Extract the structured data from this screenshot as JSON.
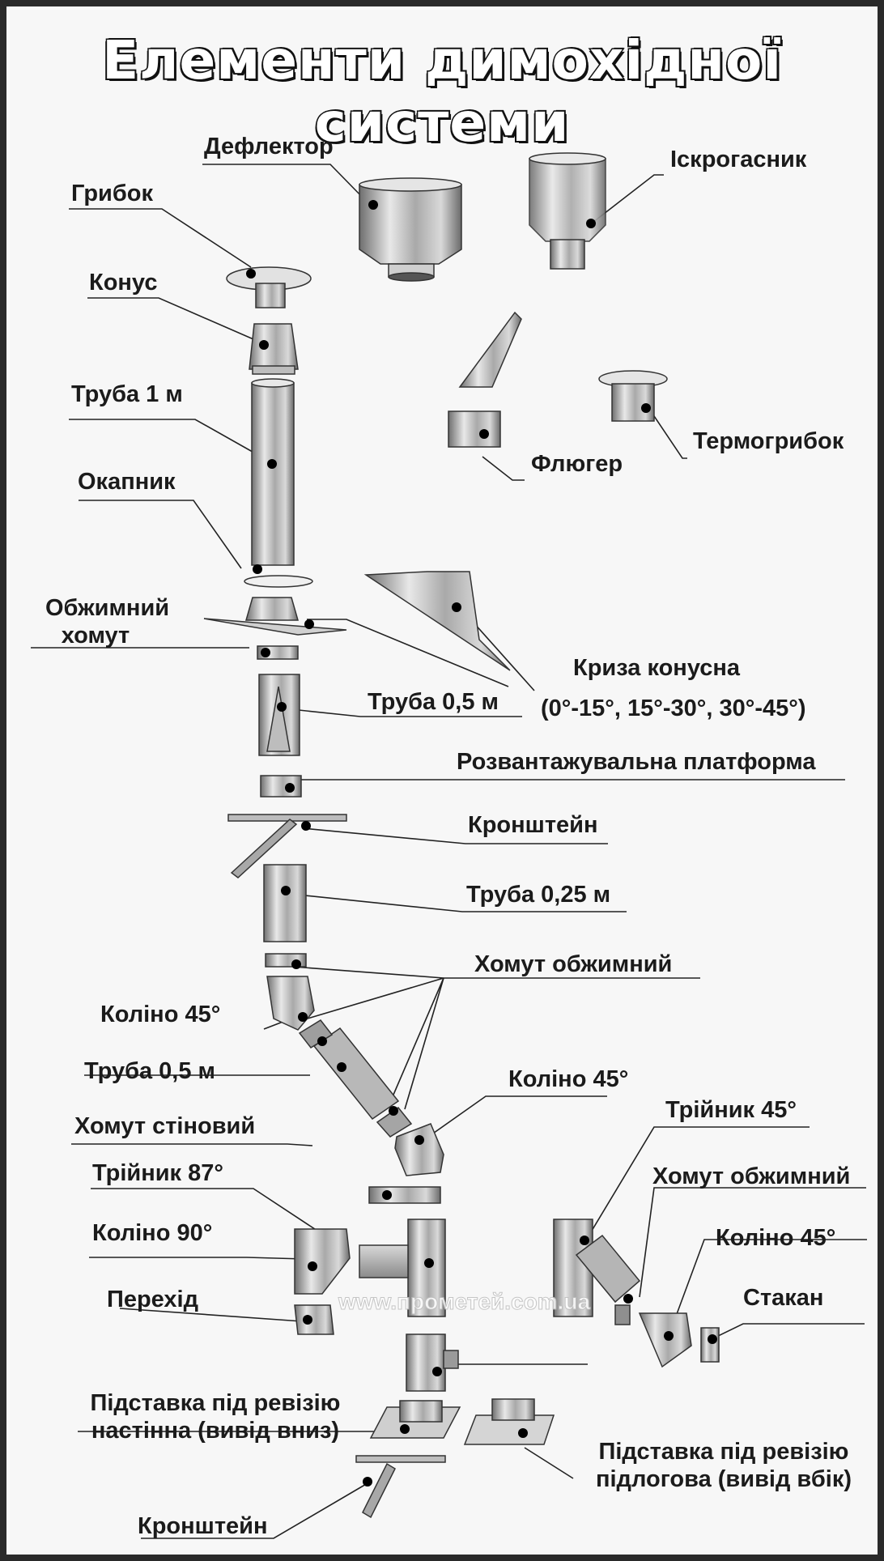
{
  "title": "Елементи димохідної системи",
  "watermark": "www.прометей.com.ua",
  "labels": {
    "deflector": "Дефлектор",
    "spark_arrester": "Іскрогасник",
    "mushroom": "Грибок",
    "cone": "Конус",
    "pipe_1m": "Труба 1 м",
    "drip_cap": "Окапник",
    "clamp_crimp_1_line1": "Обжимний",
    "clamp_crimp_1_line2": "хомут",
    "weather_vane": "Флюгер",
    "thermo_mushroom": "Термогрибок",
    "cone_flashing": "Криза конусна",
    "cone_flashing_angles": "(0°-15°, 15°-30°, 30°-45°)",
    "pipe_0_5m_top": "Труба 0,5 м",
    "unloading_platform": "Розвантажувальна платформа",
    "bracket_top": "Кронштейн",
    "pipe_0_25m": "Труба 0,25 м",
    "clamp_crimp_2": "Хомут обжимний",
    "elbow_45_left": "Коліно 45°",
    "pipe_0_5m_mid": "Труба 0,5 м",
    "elbow_45_mid": "Коліно 45°",
    "wall_clamp": "Хомут стіновий",
    "tee_45": "Трійник 45°",
    "tee_87": "Трійник 87°",
    "clamp_crimp_3": "Хомут обжимний",
    "elbow_90": "Коліно 90°",
    "elbow_45_right": "Коліно 45°",
    "adapter": "Перехід",
    "cup": "Стакан",
    "stand_wall_line1": "Підставка під ревізію",
    "stand_wall_line2": "настінна (вивід вниз)",
    "stand_floor_line1": "Підставка під ревізію",
    "stand_floor_line2": "підлогова (вивід вбік)",
    "bracket_bottom": "Кронштейн"
  }
}
